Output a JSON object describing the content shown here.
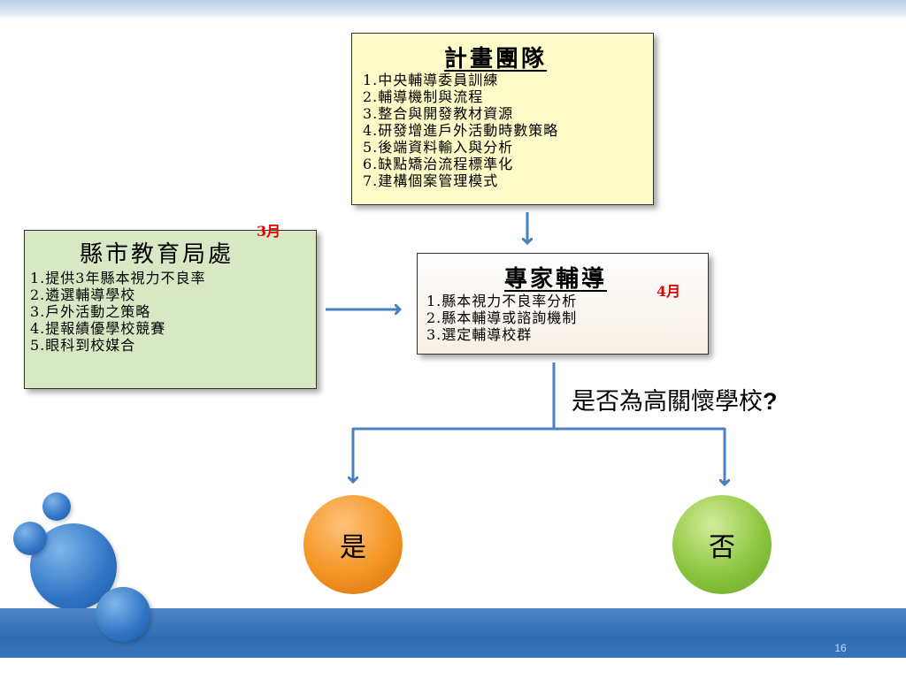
{
  "plan_team": {
    "title": "計畫團隊",
    "items": [
      "1.中央輔導委員訓練",
      "2.輔導機制與流程",
      "3.整合與開發教材資源",
      "4.研發增進戶外活動時數策略",
      "5.後端資料輸入與分析",
      "6.缺點矯治流程標準化",
      "7.建構個案管理模式"
    ]
  },
  "county_office": {
    "title": "縣市教育局處",
    "month": "3月",
    "items": [
      "1.提供3年縣本視力不良率",
      "2.遴選輔導學校",
      "3.戶外活動之策略",
      "4.提報績優學校競賽",
      "5.眼科到校媒合"
    ]
  },
  "expert_guidance": {
    "title": "專家輔導",
    "month": "4月",
    "items": [
      "1.縣本視力不良率分析",
      "2.縣本輔導或諮詢機制",
      "3.選定輔導校群"
    ]
  },
  "decision": {
    "question": "是否為高關懷學校",
    "question_mark": "?",
    "yes": "是",
    "no": "否"
  },
  "page_number": "16",
  "colors": {
    "arrow": "#4a7fc0",
    "month": "#e00000",
    "plan_box": "#fdfbc7",
    "county_box": "#d9e8c4",
    "yes_circle": "#f39524",
    "no_circle": "#8cc63f",
    "footer_band": "#2f6bb3"
  }
}
